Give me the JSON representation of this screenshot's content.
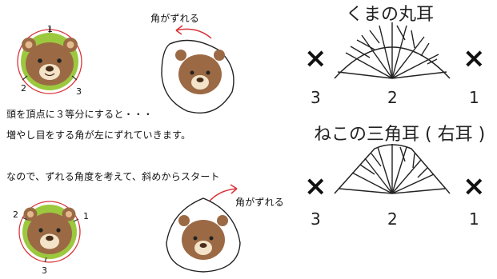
{
  "left": {
    "bear1": {
      "labels": [
        "1",
        "2",
        "3"
      ]
    },
    "text_line1": "頭を頂点に３等分にすると・・・",
    "text_line2": "増やし目をする角が左にずれていきます。",
    "text_line3": "なので、ずれる角度を考えて、斜めからスタート",
    "bear2": {
      "labels": [
        "2",
        "1",
        "3"
      ]
    },
    "shift_label_top": "角がずれる",
    "shift_label_bottom": "角がずれる"
  },
  "right": {
    "diagram1": {
      "title": "くまの丸耳",
      "numbers": [
        "3",
        "2",
        "1"
      ]
    },
    "diagram2": {
      "title": "ねこの三角耳 ( 右耳 )",
      "numbers": [
        "3",
        "2",
        "1"
      ]
    },
    "cross_symbol": "×"
  },
  "colors": {
    "arrow_red": "#d9333a",
    "ring_green": "#9cc83e",
    "bear_brown": "#9b6a45",
    "bear_muzzle": "#f3e3c9"
  }
}
